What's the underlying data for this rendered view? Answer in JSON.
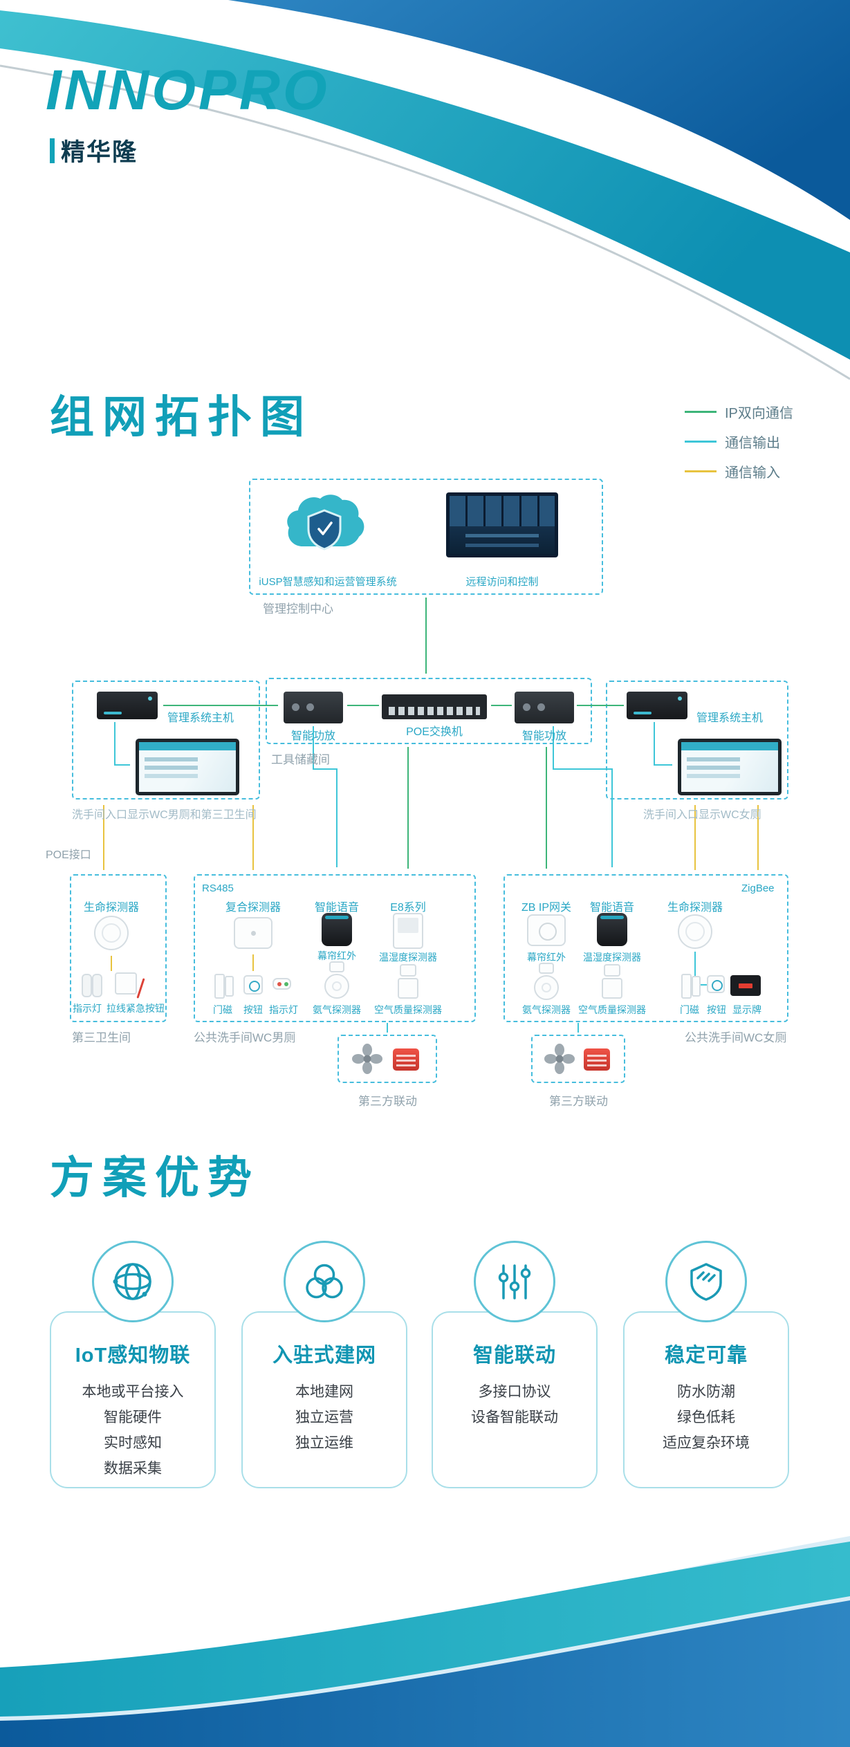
{
  "header": {
    "logo": "INNOPRO",
    "brand": "精华隆"
  },
  "colors": {
    "brand_teal": "#12a3b8",
    "dark_blue": "#0b5a9b",
    "green": "#3db579",
    "cyan": "#3ec6d8",
    "yellow": "#e8c33f"
  },
  "topology": {
    "title": "组网拓扑图",
    "legend": [
      {
        "label": "IP双向通信",
        "color": "#3db579"
      },
      {
        "label": "通信输出",
        "color": "#3ec6d8"
      },
      {
        "label": "通信输入",
        "color": "#e8c33f"
      }
    ],
    "control_center": {
      "caption": "管理控制中心",
      "cloud_label": "iUSP智慧感知和运营管理系统",
      "remote_label": "远程访问和控制"
    },
    "backbone": {
      "host_left": "管理系统主机",
      "amp_left": "智能功放",
      "switch": "POE交换机",
      "amp_right": "智能功放",
      "host_right": "管理系统主机",
      "tool_room": "工具储藏间",
      "poe_label": "POE接口",
      "caption_left": "洗手间入口显示WC男厕和第三卫生间",
      "caption_right": "洗手间入口显示WC女厕"
    },
    "rooms": {
      "third": {
        "name": "第三卫生间",
        "life_detector": "生命探测器",
        "indicator": "指示灯",
        "pull_button": "拉线紧急按钮"
      },
      "mens": {
        "name": "公共洗手间WC男厕",
        "bus": "RS485",
        "composite": "复合探测器",
        "voice": "智能语音",
        "e8": "E8系列",
        "curtain": "幕帘红外",
        "temp_humidity": "温湿度探测器",
        "door": "门磁",
        "button": "按钮",
        "indicator": "指示灯",
        "ammonia": "氨气探测器",
        "air_quality": "空气质量探测器"
      },
      "womens": {
        "name": "公共洗手间WC女厕",
        "bus": "ZigBee",
        "gateway": "ZB IP网关",
        "voice": "智能语音",
        "life_detector": "生命探测器",
        "curtain": "幕帘红外",
        "temp_humidity": "温湿度探测器",
        "ammonia": "氨气探测器",
        "air_quality": "空气质量探测器",
        "door": "门磁",
        "button": "按钮",
        "sign": "显示牌"
      }
    },
    "linkage": {
      "left": "第三方联动",
      "right": "第三方联动"
    }
  },
  "advantages": {
    "title": "方案优势",
    "cards": [
      {
        "icon": "iot-globe-icon",
        "title": "IoT感知物联",
        "items": [
          "本地或平台接入",
          "智能硬件",
          "实时感知",
          "数据采集"
        ]
      },
      {
        "icon": "network-circles-icon",
        "title": "入驻式建网",
        "items": [
          "本地建网",
          "独立运营",
          "独立运维"
        ]
      },
      {
        "icon": "sliders-icon",
        "title": "智能联动",
        "items": [
          "多接口协议",
          "设备智能联动"
        ]
      },
      {
        "icon": "shield-icon",
        "title": "稳定可靠",
        "items": [
          "防水防潮",
          "绿色低耗",
          "适应复杂环境"
        ]
      }
    ]
  }
}
